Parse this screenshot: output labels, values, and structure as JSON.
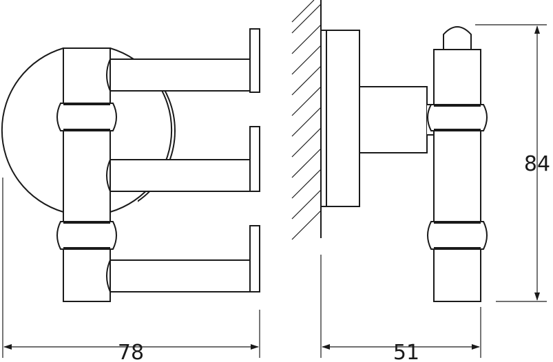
{
  "drawing": {
    "dimensions": {
      "width_front": "78",
      "depth_side": "51",
      "height_side": "84"
    }
  }
}
